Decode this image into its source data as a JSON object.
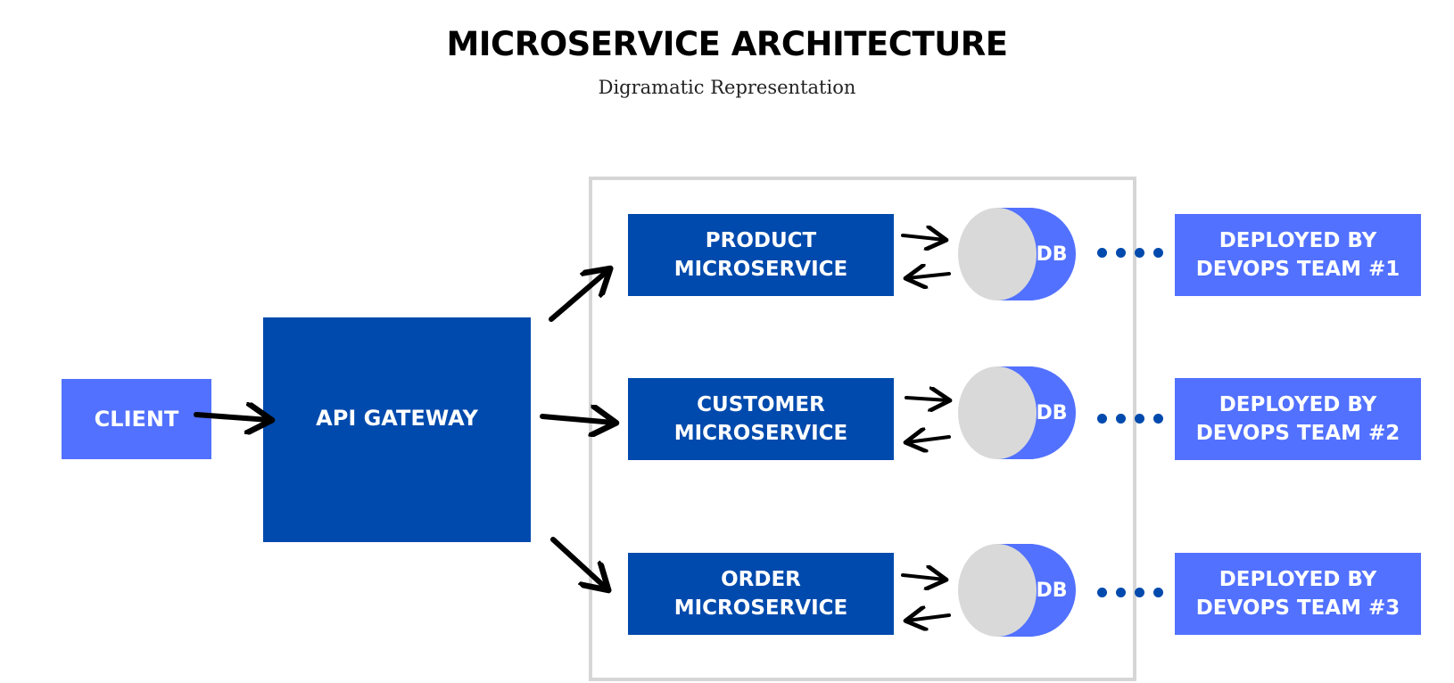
{
  "header": {
    "title": "MICROSERVICE ARCHITECTURE",
    "subtitle": "Digramatic Representation"
  },
  "client": {
    "label": "CLIENT"
  },
  "gateway": {
    "label": "API GATEWAY"
  },
  "services": [
    {
      "label": "PRODUCT\nMICROSERVICE",
      "db_label": "DB",
      "team_label": "DEPLOYED BY\nDEVOPS TEAM #1"
    },
    {
      "label": "CUSTOMER\nMICROSERVICE",
      "db_label": "DB",
      "team_label": "DEPLOYED BY\nDEVOPS TEAM #2"
    },
    {
      "label": "ORDER\nMICROSERVICE",
      "db_label": "DB",
      "team_label": "DEPLOYED BY\nDEVOPS TEAM #3"
    }
  ],
  "colors": {
    "dark_blue": "#004aad",
    "light_blue": "#5271ff",
    "db_face": "#d9d9d9",
    "frame": "#d6d6d6"
  }
}
